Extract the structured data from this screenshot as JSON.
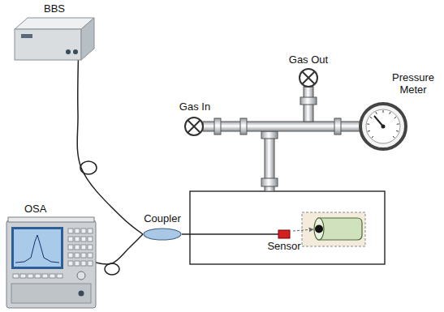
{
  "diagram": {
    "nodes": [
      {
        "text": [
          "BBS"
        ]
      },
      {
        "text": [
          "OSA"
        ]
      },
      {
        "text": [
          "Coupler"
        ]
      },
      {
        "text": [
          "Sensor"
        ]
      }
    ],
    "edges": [
      {
        "from": 0,
        "to": 2,
        "arrow": "none"
      },
      {
        "from": 1,
        "to": 2,
        "arrow": "none"
      },
      {
        "from": 2,
        "to": 3,
        "arrow": "none"
      }
    ],
    "labels": [
      "Gas In",
      "Gas Out",
      "Pressure Meter"
    ]
  }
}
